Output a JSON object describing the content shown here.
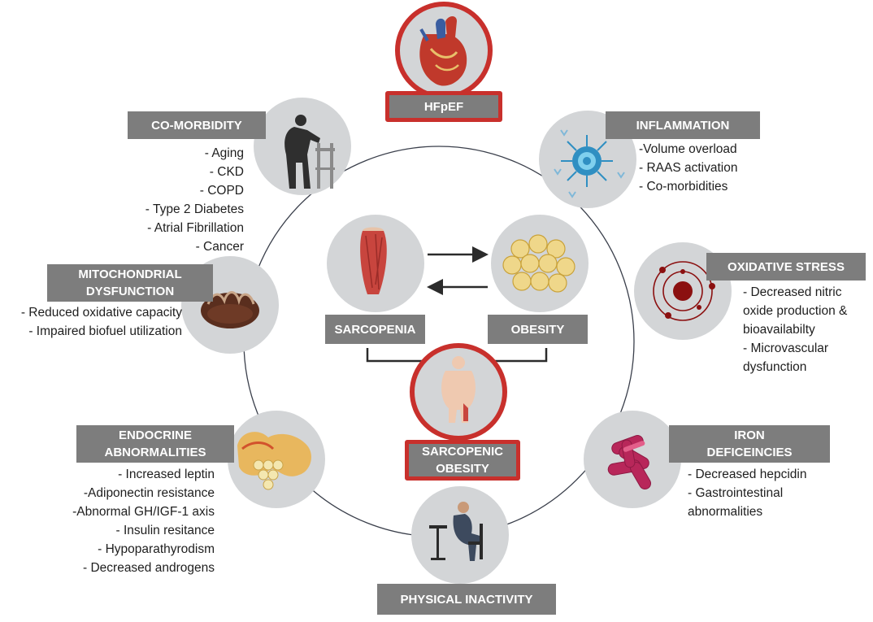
{
  "center": {
    "top_label": "HFpEF",
    "bottom_label": [
      "SARCOPENIC",
      "OBESITY"
    ]
  },
  "nodes": {
    "comorbidity": {
      "title": "CO-MORBIDITY",
      "icon": "elderly-walker-icon",
      "items": [
        "-  Aging",
        "- CKD",
        "- COPD",
        "- Type 2 Diabetes",
        "- Atrial Fibrillation",
        "- Cancer"
      ]
    },
    "inflammation": {
      "title": "INFLAMMATION",
      "icon": "immune-cell-icon",
      "items": [
        "-Volume overload",
        "- RAAS activation",
        "- Co-morbidities"
      ]
    },
    "mitochondrial": {
      "title": [
        "MITOCHONDRIAL",
        "DYSFUNCTION"
      ],
      "icon": "mitochondria-icon",
      "items": [
        "- Reduced oxidative capacity",
        "- Impaired biofuel utilization"
      ]
    },
    "oxidative": {
      "title": "OXIDATIVE STRESS",
      "icon": "free-radical-icon",
      "items": [
        "- Decreased nitric",
        "oxide production &",
        "bioavailabilty",
        "- Microvascular",
        "dysfunction"
      ]
    },
    "endocrine": {
      "title": [
        "ENDOCRINE",
        "ABNORMALITIES"
      ],
      "icon": "pancreas-icon",
      "items": [
        "- Increased leptin",
        "-Adiponectin  resistance",
        "-Abnormal GH/IGF-1 axis",
        "- Insulin resitance",
        "- Hypoparathyrodism",
        "- Decreased androgens"
      ]
    },
    "iron": {
      "title": [
        "IRON",
        "DEFICEINCIES"
      ],
      "icon": "red-blood-cells-icon",
      "items": [
        "- Decreased hepcidin",
        "- Gastrointestinal",
        "abnormalities"
      ]
    },
    "inactivity": {
      "title": "PHYSICAL INACTIVITY",
      "icon": "seated-person-icon"
    }
  },
  "inner": {
    "sarcopenia": "SARCOPENIA",
    "obesity": "OBESITY"
  },
  "colors": {
    "box_gray": "#7d7d7d",
    "accent_red": "#c8302c",
    "circle_gray": "#d3d5d7"
  }
}
